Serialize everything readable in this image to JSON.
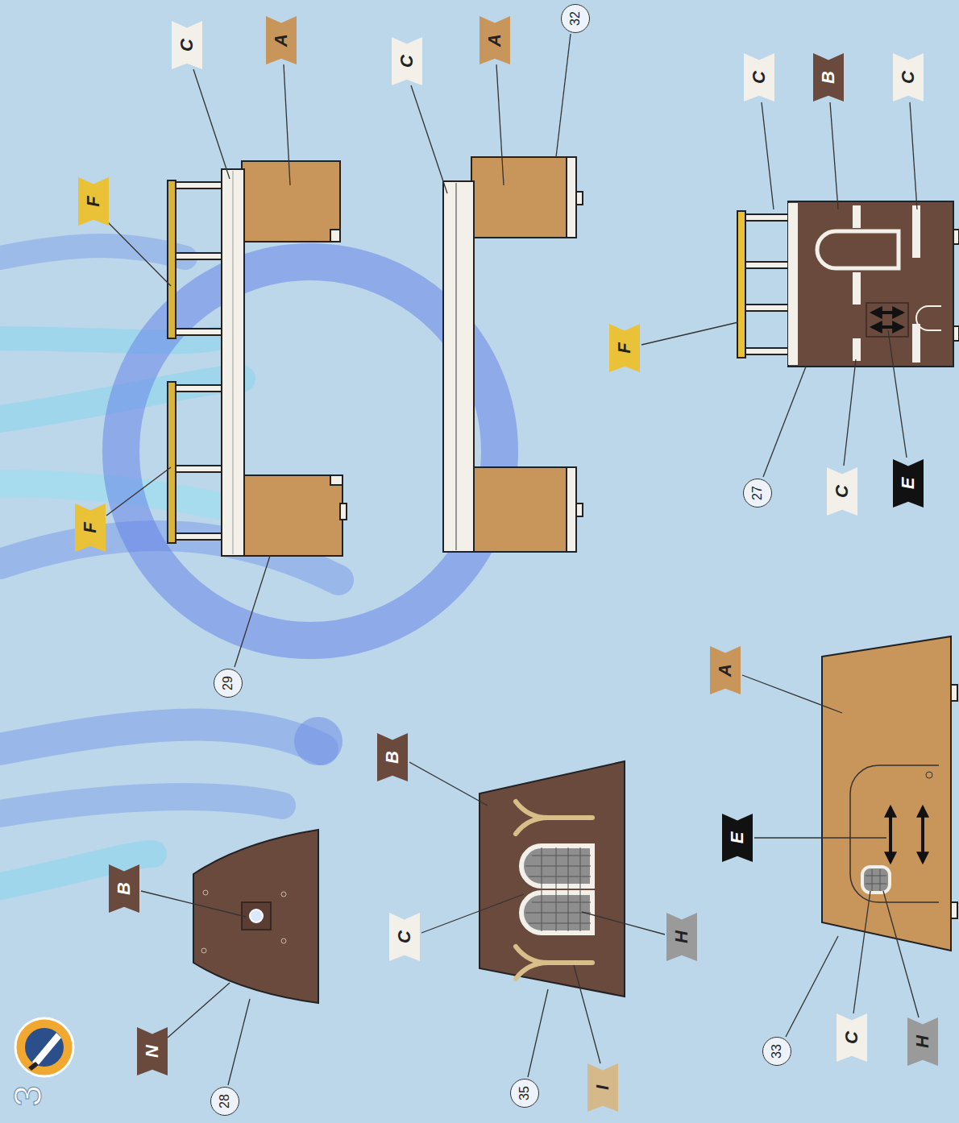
{
  "diagram": {
    "labels": [
      "3",
      "F",
      "C",
      "A",
      "F",
      "29",
      "C",
      "A",
      "32",
      "C",
      "B",
      "C",
      "F",
      "27",
      "C",
      "E",
      "B",
      "N",
      "28",
      "B",
      "C",
      "H",
      "35",
      "I",
      "A",
      "E",
      "C",
      "H",
      "33"
    ]
  }
}
